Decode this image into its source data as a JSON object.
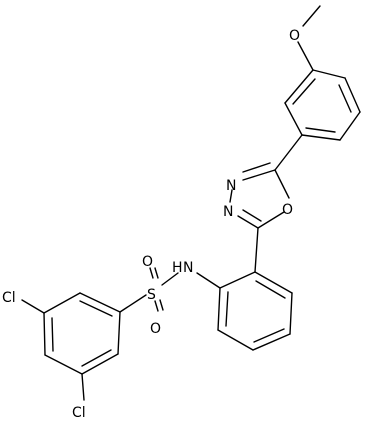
{
  "molecule": {
    "atom_labels": {
      "methoxy_o": "O",
      "oxadiazole_n1": "N",
      "oxadiazole_n2": "N",
      "oxadiazole_o": "O",
      "nh": "N",
      "nh_h": "H",
      "sulfur": "S",
      "sulfonyl_o_top": "O",
      "sulfonyl_o_bottom": "O",
      "cl_top": "Cl",
      "cl_bottom": "Cl"
    },
    "colors": {
      "bond": "#000000",
      "text": "#000000",
      "background": "#ffffff"
    }
  }
}
